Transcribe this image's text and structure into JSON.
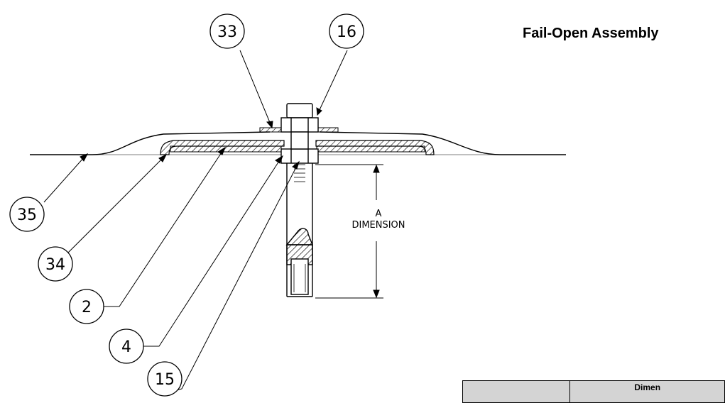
{
  "title": "Fail-Open Assembly",
  "callouts": {
    "c33": "33",
    "c16": "16",
    "c35": "35",
    "c34": "34",
    "c2": "2",
    "c4": "4",
    "c15": "15"
  },
  "dimension": {
    "line1": "A",
    "line2": "DIMENSION"
  },
  "table": {
    "header": "Dimen"
  }
}
